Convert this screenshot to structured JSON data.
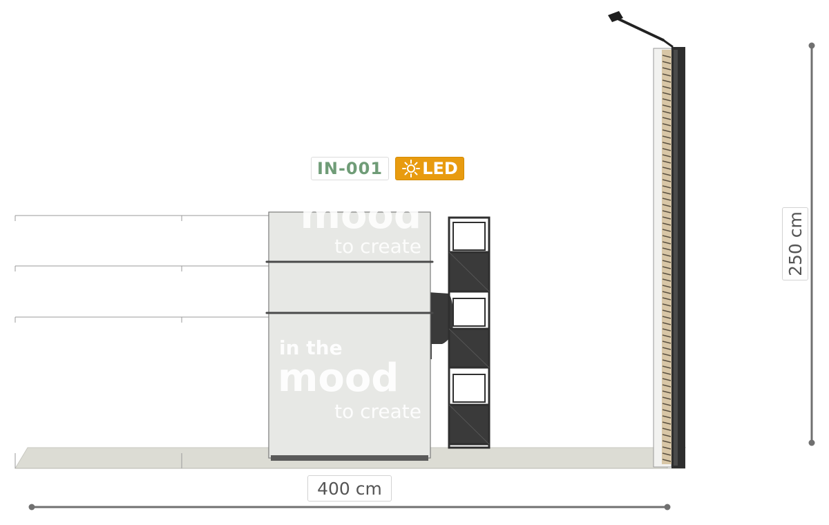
{
  "product_code": "IN-001",
  "led_label": "LED",
  "dimensions": {
    "width_label": "400 cm",
    "height_label": "250 cm"
  },
  "counter_print": {
    "line1": "in the",
    "line2": "mood",
    "line3": "to create"
  },
  "icons": {
    "led": "sun-icon",
    "lamp": "spotlight-icon"
  },
  "colors": {
    "code_text": "#6f9c77",
    "led_badge": "#e89b0f",
    "dimension_line": "#707070",
    "panel": "#e7e8e5",
    "floor": "#dcdcd4",
    "display_stand": "#2f2f2f",
    "slat_wood": "#d8c6a6"
  }
}
